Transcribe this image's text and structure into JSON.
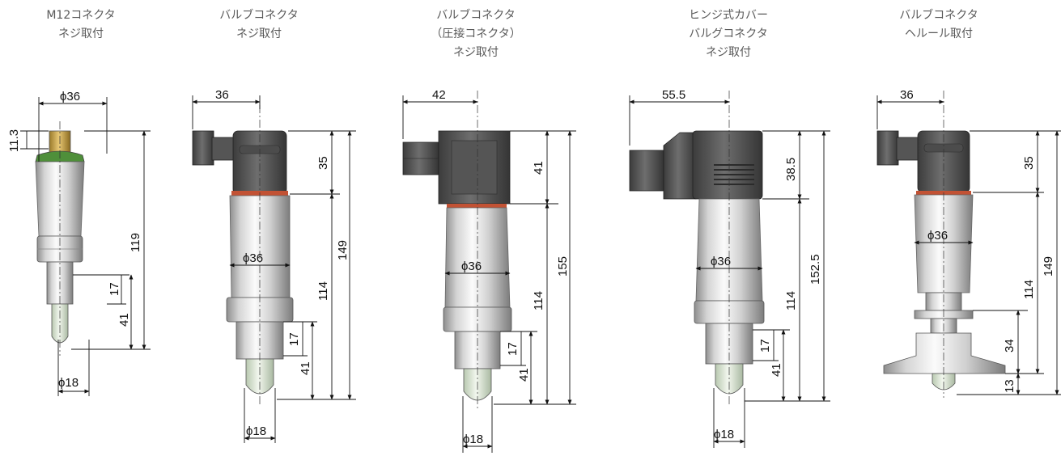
{
  "sensors": [
    {
      "id": "m12",
      "caption": [
        "M12コネクタ",
        "ネジ取付"
      ],
      "dims": {
        "top_dia": "ϕ36",
        "connector_h": "11.3",
        "total": "119",
        "thread": "17",
        "probe": "41",
        "tip_dia": "ϕ18"
      }
    },
    {
      "id": "valve1",
      "caption": [
        "バルブコネクタ",
        "ネジ取付"
      ],
      "dims": {
        "width": "36",
        "head": "35",
        "total": "149",
        "body": "114",
        "mid_dia": "ϕ36",
        "thread": "17",
        "probe": "41",
        "tip_dia": "ϕ18"
      }
    },
    {
      "id": "valve2",
      "caption": [
        "バルブコネクタ",
        "（圧接コネクタ）",
        "ネジ取付"
      ],
      "dims": {
        "width": "42",
        "head": "41",
        "total": "155",
        "body": "114",
        "mid_dia": "ϕ36",
        "thread": "17",
        "probe": "41",
        "tip_dia": "ϕ18"
      }
    },
    {
      "id": "hinge",
      "caption": [
        "ヒンジ式カバー",
        "バルグコネクタ",
        "ネジ取付"
      ],
      "dims": {
        "width": "55.5",
        "head": "38.5",
        "total": "152.5",
        "body": "114",
        "mid_dia": "ϕ36",
        "thread": "17",
        "probe": "41",
        "tip_dia": "ϕ18"
      }
    },
    {
      "id": "ferrule",
      "caption": [
        "バルブコネクタ",
        "ヘルール取付"
      ],
      "dims": {
        "width": "36",
        "head": "35",
        "total": "149",
        "body": "114",
        "mid_dia": "ϕ36",
        "flange": "34",
        "tip": "13"
      }
    }
  ]
}
